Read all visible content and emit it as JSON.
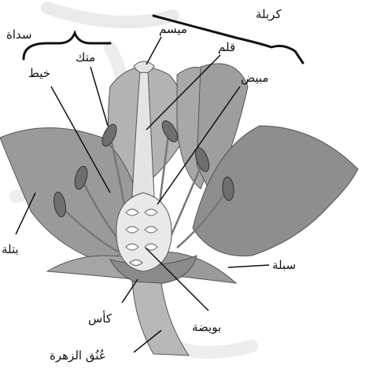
{
  "labels": {
    "stamen": "سداة",
    "carpel": "كربلة",
    "stigma": "ميسم",
    "anther": "متك",
    "style": "قلم",
    "filament": "خيط",
    "ovary": "مبيض",
    "petal": "بتلة",
    "sepal": "سبلة",
    "calyx": "كأس",
    "ovule": "بويضة",
    "receptacle": "عُنُق الزهرة"
  },
  "colors": {
    "petal_fill": "#9a9a9a",
    "petal_dark": "#7a7a7a",
    "petal_light": "#b9b9b9",
    "pistil_fill": "#e4e4e4",
    "anther_fill": "#6e6e6e",
    "line": "#111111",
    "watermark": "#dcdcdc"
  }
}
